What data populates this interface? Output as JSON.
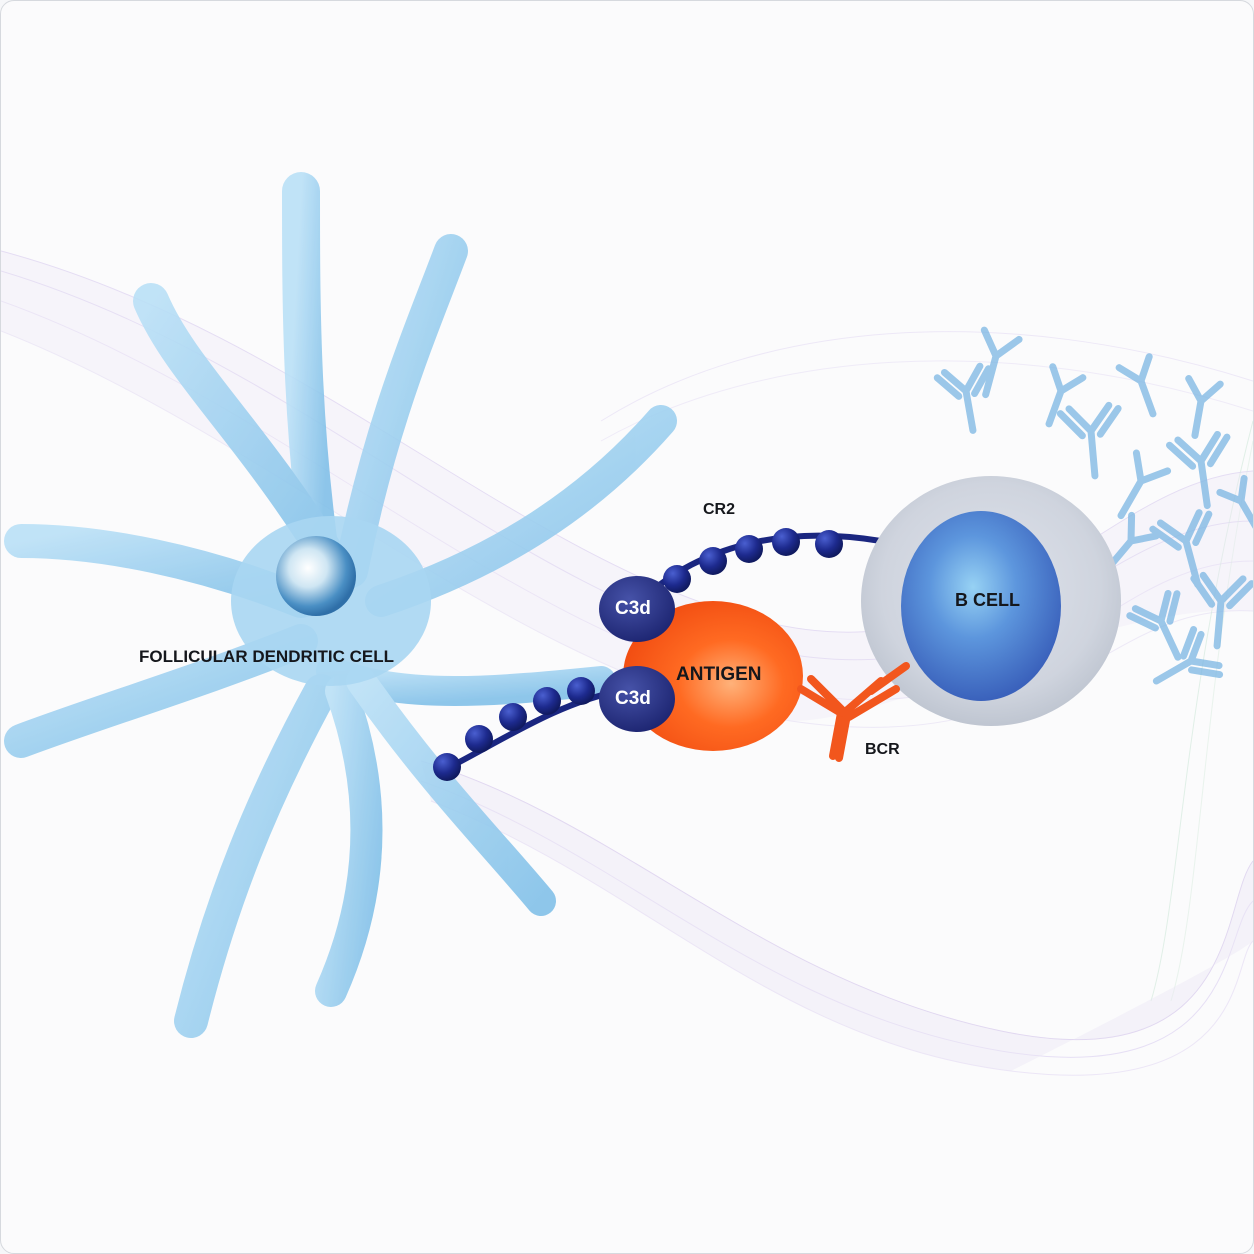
{
  "labels": {
    "fdc": "FOLLICULAR DENDRITIC CELL",
    "cr2": "CR2",
    "c3d_top": "C3d",
    "c3d_bottom": "C3d",
    "antigen": "ANTIGEN",
    "bcell": "B CELL",
    "bcr": "BCR"
  },
  "colors": {
    "fdc_blue": "#9fd0f0",
    "cr2_bead": "#1a2680",
    "c3d": "#262f80",
    "antigen": "#ff5a1a",
    "bcr": "#f2561d",
    "bcell_nucleus": "#2b5fc4",
    "antibody": "#7bb6e3",
    "ribbon": "#c7b7e6"
  }
}
